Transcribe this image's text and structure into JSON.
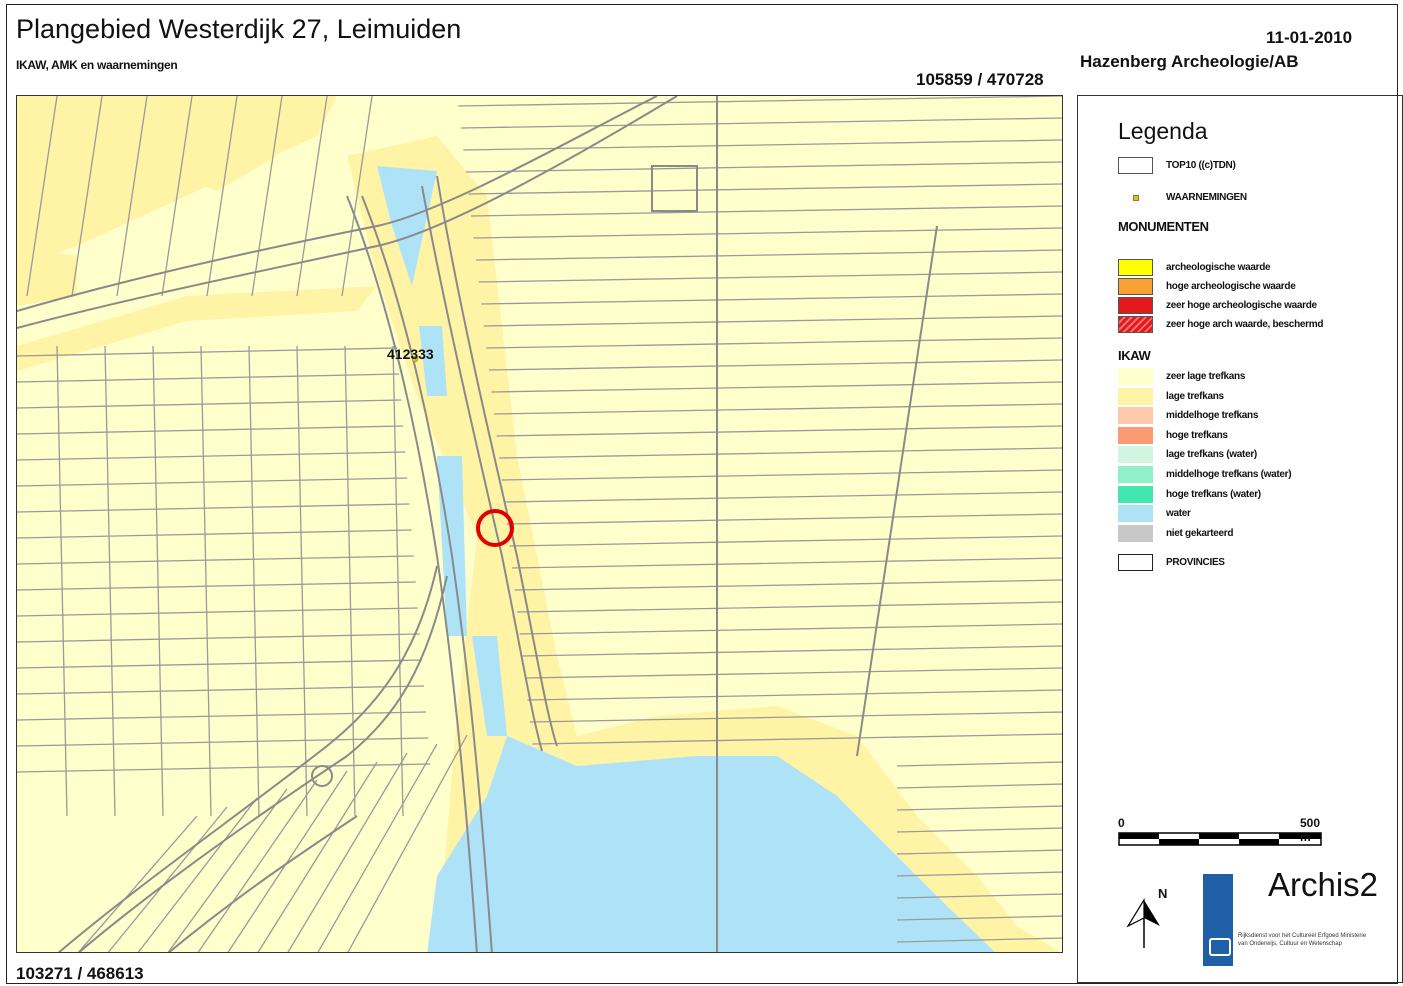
{
  "header": {
    "title": "Plangebied Westerdijk 27, Leimuiden",
    "subtitle": "IKAW, AMK en waarnemingen",
    "date": "11-01-2010",
    "organization": "Hazenberg Archeologie/AB",
    "coord_top_right": "105859 / 470728",
    "coord_bottom_left": "103271 / 468613"
  },
  "map": {
    "observation_label": "412333",
    "colors": {
      "base": "#ffffcc",
      "low": "#fff3a6",
      "water": "#aee3f7",
      "lines": "#9a9a9a",
      "marker": "#e00000"
    }
  },
  "legend": {
    "title": "Legenda",
    "top10_label": "TOP10 ((c)TDN)",
    "waarnemingen_label": "WAARNEMINGEN",
    "monumenten_heading": "MONUMENTEN",
    "monumenten": [
      {
        "label": "archeologische waarde",
        "color": "#ffff00"
      },
      {
        "label": "hoge archeologische waarde",
        "color": "#f7a233"
      },
      {
        "label": "zeer hoge archeologische waarde",
        "color": "#e31a1c"
      },
      {
        "label": "zeer hoge arch waarde, beschermd",
        "color": "#e31a1c",
        "hatched": true
      }
    ],
    "ikaw_heading": "IKAW",
    "ikaw": [
      {
        "label": "zeer lage trefkans",
        "color": "#ffffcc"
      },
      {
        "label": "lage trefkans",
        "color": "#fff3a6"
      },
      {
        "label": "middelhoge trefkans",
        "color": "#fcc9ab"
      },
      {
        "label": "hoge trefkans",
        "color": "#fc9a74"
      },
      {
        "label": "lage trefkans (water)",
        "color": "#d2f5e1"
      },
      {
        "label": "middelhoge trefkans (water)",
        "color": "#8ff0c9"
      },
      {
        "label": "hoge trefkans (water)",
        "color": "#44e6b0"
      },
      {
        "label": "water",
        "color": "#aee3f7"
      },
      {
        "label": "niet gekarteerd",
        "color": "#c8c8c8"
      }
    ],
    "provincies_label": "PROVINCIES",
    "scale_start": "0",
    "scale_end": "500 m",
    "north_label": "N",
    "brand": "Archis2",
    "agency_text": "Rijksdienst voor het Cultureel Erfgoed Ministerie van Onderwijs, Cultuur en Wetenschap"
  }
}
